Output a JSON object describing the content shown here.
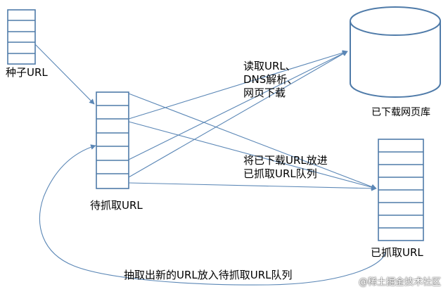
{
  "labels": {
    "seed_queue": "种子URL",
    "pending_queue": "待抓取URL",
    "downloaded_library": "已下载网页库",
    "crawled_queue": "已抓取URL",
    "read_step": [
      "读取URL、",
      "DNS解析、",
      "网页下载"
    ],
    "move_step": [
      "将已下载URL放进",
      "已抓取URL队列"
    ],
    "extract_step": "抽取出新的URL放入待抓取URL队列"
  },
  "watermark": "@稀土掘金技术社区",
  "colors": {
    "line": "#5b87b6",
    "box": "#4f7ba9",
    "text": "#000000"
  }
}
